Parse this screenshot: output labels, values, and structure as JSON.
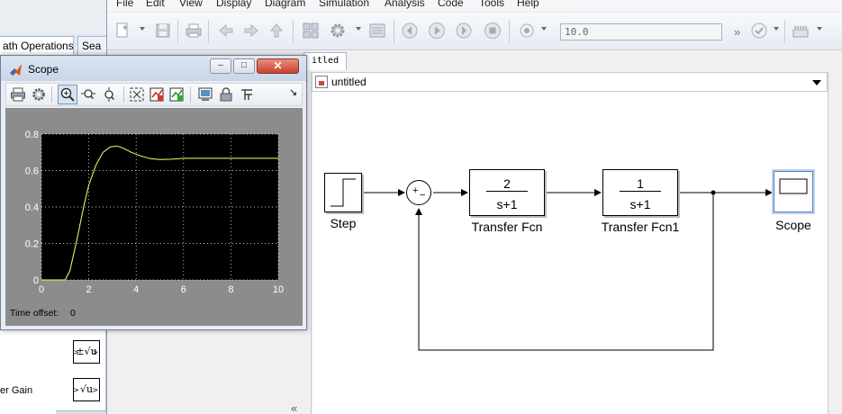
{
  "library": {
    "tabs": [
      "ath Operations",
      "Sea"
    ],
    "labels": [
      "er Gain"
    ],
    "blocks": [
      "±√u",
      "√u"
    ]
  },
  "model": {
    "menu": [
      "File",
      "Edit",
      "View",
      "Display",
      "Diagram",
      "Simulation",
      "Analysis",
      "Code",
      "Tools",
      "Help"
    ],
    "stop_time": "10.0",
    "tab_label": "itled",
    "address": "untitled",
    "blocks": {
      "step": "Step",
      "tf1": {
        "num": "2",
        "den": "s+1",
        "label": "Transfer Fcn"
      },
      "tf2": {
        "num": "1",
        "den": "s+1",
        "label": "Transfer Fcn1"
      },
      "scope": "Scope",
      "sum_plus": "+",
      "sum_minus": "−"
    }
  },
  "scope": {
    "title": "Scope",
    "win_buttons": [
      "–",
      "□",
      "✕"
    ],
    "time_offset_label": "Time offset:",
    "time_offset_value": "0",
    "colors": {
      "trace": "#ffff66",
      "plot_bg": "#000000",
      "frame": "#8c8c8c"
    },
    "chart_data": {
      "type": "line",
      "x_ticks": [
        0,
        2,
        4,
        6,
        8,
        10
      ],
      "y_ticks": [
        0,
        0.2,
        0.4,
        0.6,
        0.8
      ],
      "x_tick_labels": [
        "0",
        "2",
        "4",
        "6",
        "8",
        "10"
      ],
      "y_tick_labels": [
        "0",
        "0.2",
        "0.4",
        "0.6",
        "0.8"
      ],
      "xlim": [
        0,
        10
      ],
      "ylim": [
        0,
        0.8
      ],
      "grid": true,
      "series": [
        {
          "x": [
            0,
            1.0,
            1.2,
            1.5,
            1.8,
            2.0,
            2.3,
            2.6,
            2.9,
            3.2,
            3.5,
            3.8,
            4.2,
            4.6,
            5.0,
            5.5,
            6.0,
            7.0,
            8.0,
            9.0,
            10.0
          ],
          "y": [
            0,
            0,
            0.05,
            0.22,
            0.41,
            0.52,
            0.63,
            0.7,
            0.73,
            0.735,
            0.72,
            0.7,
            0.68,
            0.665,
            0.66,
            0.662,
            0.667,
            0.667,
            0.667,
            0.667,
            0.667
          ]
        }
      ]
    }
  }
}
